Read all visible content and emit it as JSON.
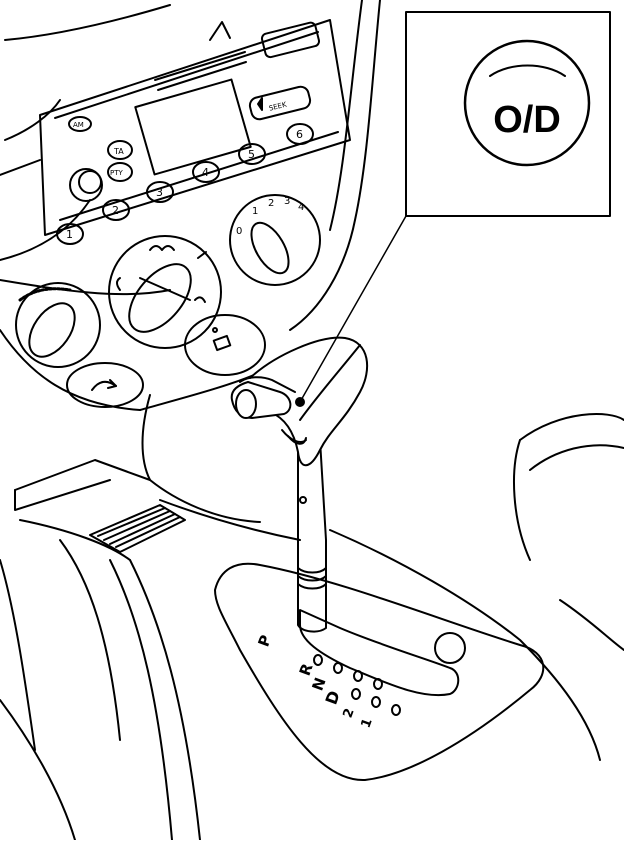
{
  "callout": {
    "label": "O/D"
  },
  "radio": {
    "ta_label": "TA",
    "pty_label": "PTY",
    "am_label": "AM",
    "seek_label": "SEEK",
    "presets": [
      "1",
      "2",
      "3",
      "4",
      "5",
      "6"
    ]
  },
  "fan": {
    "positions": [
      "0",
      "1",
      "2",
      "3",
      "4"
    ]
  },
  "gear_selector": {
    "positions": [
      "P",
      "R",
      "N",
      "D",
      "2",
      "1"
    ]
  }
}
